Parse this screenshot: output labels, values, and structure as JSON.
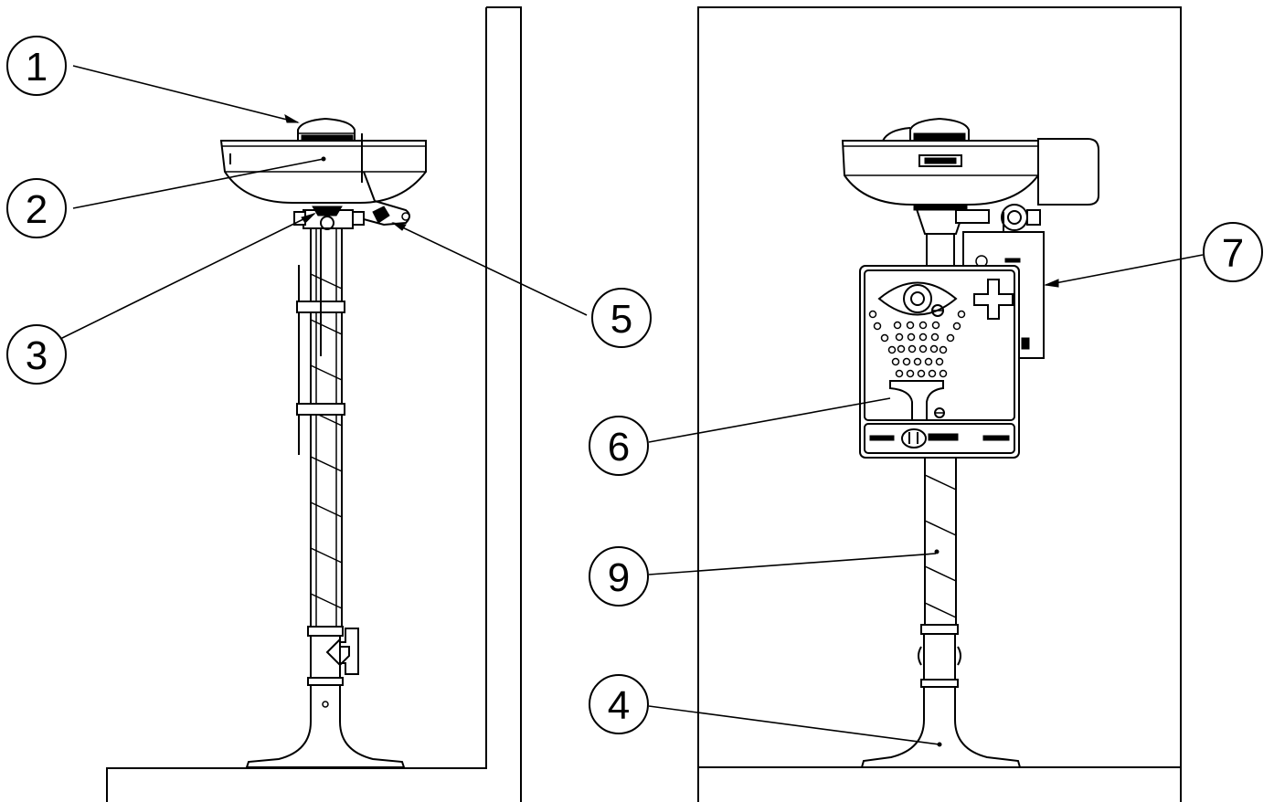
{
  "callouts": {
    "c1": "1",
    "c2": "2",
    "c3": "3",
    "c4": "4",
    "c5": "5",
    "c6": "6",
    "c7": "7",
    "c9": "9"
  },
  "colors": {
    "ink": "#000000",
    "paper": "#ffffff"
  }
}
